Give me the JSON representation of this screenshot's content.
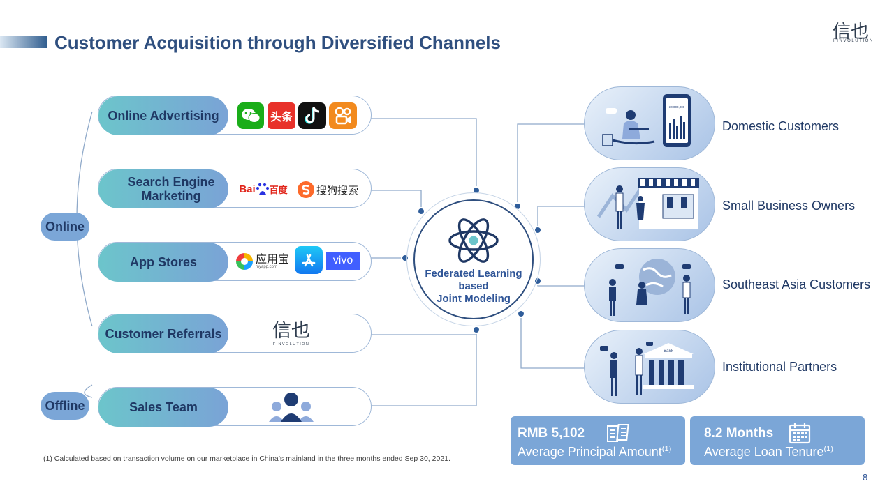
{
  "title": "Customer Acquisition through Diversified Channels",
  "logo": {
    "word": "FINVOLUTION",
    "glyphs": "信也"
  },
  "groups": {
    "online": "Online",
    "offline": "Offline"
  },
  "channels": [
    {
      "label": "Online Advertising",
      "brands": [
        "wechat-icon",
        "toutiao-icon",
        "tiktok-icon",
        "kuaishou-icon"
      ],
      "toutiao_text": "头条"
    },
    {
      "label": "Search Engine Marketing",
      "brands": [
        "baidu-logo",
        "sogou-logo"
      ],
      "baidu_text": "Bai",
      "baidu_cn": "百度",
      "sogou_text": "搜狗搜索"
    },
    {
      "label": "App Stores",
      "brands": [
        "myapp-logo",
        "appstore-icon",
        "vivo-logo"
      ],
      "myapp_text": "应用宝",
      "myapp_sub": "myapp.com",
      "vivo_text": "vivo"
    },
    {
      "label": "Customer Referrals",
      "brands": [
        "finvolution-logo"
      ],
      "logo_glyphs": "信也",
      "logo_word": "FINVOLUTION"
    },
    {
      "label": "Sales Team",
      "brands": [
        "people-icon"
      ]
    }
  ],
  "center": {
    "line1": "Federated Learning",
    "line2": "based",
    "line3": "Joint Modeling"
  },
  "customers": [
    {
      "label": "Domestic Customers",
      "illustration": "phone-chart-illustration",
      "screen_value": "30,000,000"
    },
    {
      "label": "Small Business Owners",
      "illustration": "storefront-illustration"
    },
    {
      "label": "Southeast Asia Customers",
      "illustration": "globe-illustration"
    },
    {
      "label": "Institutional Partners",
      "illustration": "bank-illustration",
      "bank_text": "Bank"
    }
  ],
  "stats": [
    {
      "value": "RMB 5,102",
      "caption": "Average Principal Amount",
      "note": "(1)",
      "icon": "banknotes-icon"
    },
    {
      "value": "8.2 Months",
      "caption": "Average Loan Tenure",
      "note": "(1)",
      "icon": "calendar-icon"
    }
  ],
  "footnote": "(1)  Calculated based on transaction volume on our marketplace in China’s mainland in the three months ended Sep 30, 2021.",
  "page_number": "8",
  "colors": {
    "accent": "#2f4f7f",
    "teal": "#6cc5cb",
    "blue": "#7ba6d7",
    "stat_bg": "#7ba6d7"
  }
}
